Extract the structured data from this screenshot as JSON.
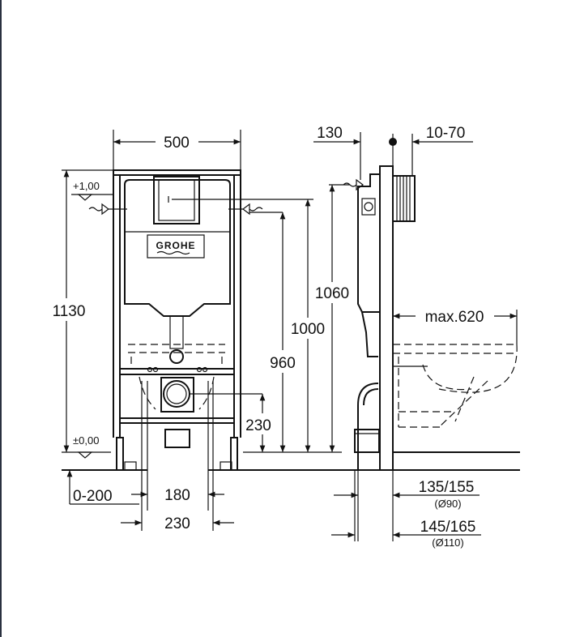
{
  "drawing": {
    "brand_logo": "GROHE",
    "front_view": {
      "width": "500",
      "height": "1130",
      "level_top": "+1,00",
      "level_zero": "±0,00",
      "height_1000": "1000",
      "height_960": "960",
      "height_230": "230",
      "floor_adjust": "0-200",
      "spacing_180": "180",
      "spacing_230": "230"
    },
    "side_view": {
      "depth_130": "130",
      "offset_10_70": "10-70",
      "height_1060": "1060",
      "max_projection": "max.620",
      "pipe_90": "135/155",
      "pipe_90_diameter": "(Ø90)",
      "pipe_110": "145/165",
      "pipe_110_diameter": "(Ø110)"
    }
  }
}
